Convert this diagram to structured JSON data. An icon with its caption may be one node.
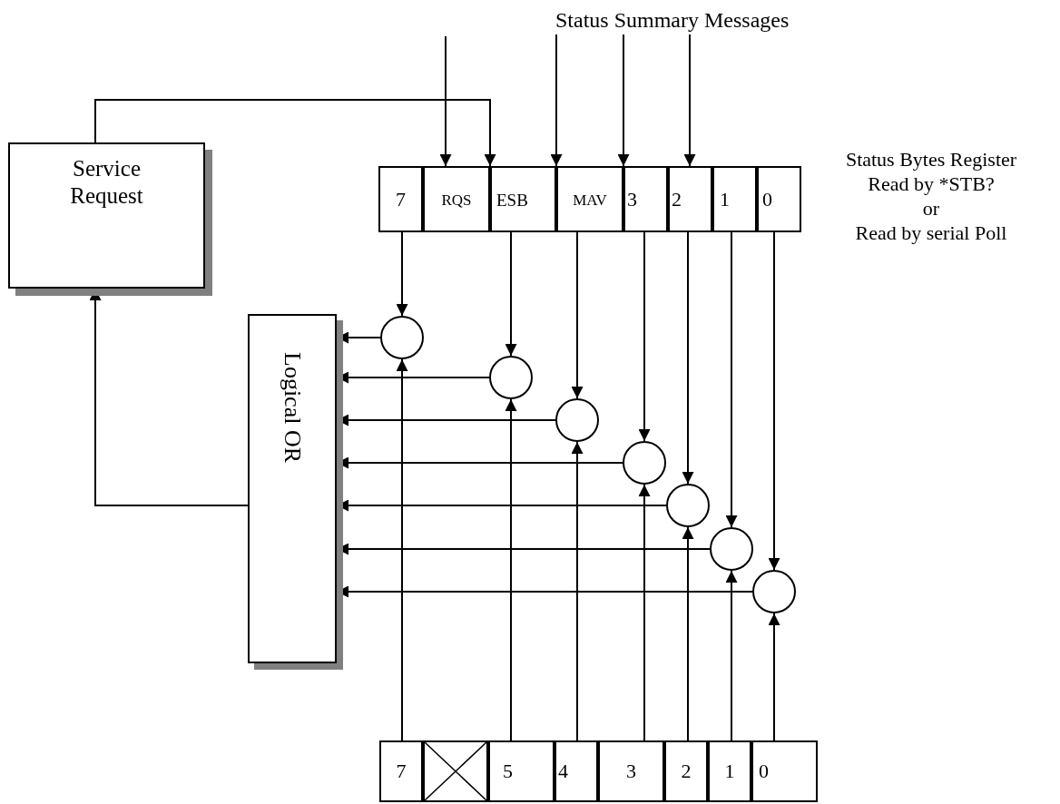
{
  "diagram": {
    "nodes": [
      {
        "text": [
          "Service Request"
        ]
      },
      {
        "text": [],
        "shape": "box",
        "beside": [
          "Status Bytes Register",
          "Read by *STB?",
          "or",
          "Read by serial Poll"
        ]
      },
      {
        "text": [
          "7"
        ],
        "in": 1
      },
      {
        "text": [
          "RQS"
        ],
        "in": 1
      },
      {
        "text": [
          "ESB"
        ],
        "in": 1
      },
      {
        "text": [
          "MAV"
        ],
        "in": 1
      },
      {
        "text": [
          "3"
        ],
        "in": 1
      },
      {
        "text": [
          "2"
        ],
        "in": 1
      },
      {
        "text": [
          "1"
        ],
        "in": 1
      },
      {
        "text": [
          "0"
        ],
        "in": 1
      },
      {
        "text": [
          "Logical OR"
        ]
      },
      {
        "text": [],
        "shape": "circle"
      },
      {
        "text": [],
        "shape": "circle"
      },
      {
        "text": [],
        "shape": "circle"
      },
      {
        "text": [],
        "shape": "circle"
      },
      {
        "text": [],
        "shape": "circle"
      },
      {
        "text": [],
        "shape": "circle"
      },
      {
        "text": [],
        "shape": "circle"
      },
      {
        "text": [],
        "shape": "box"
      },
      {
        "text": [
          "7"
        ],
        "in": 18
      },
      {
        "text": [],
        "shape": "box",
        "in": 18
      },
      {
        "text": [
          "5"
        ],
        "in": 18
      },
      {
        "text": [
          "4"
        ],
        "in": 18
      },
      {
        "text": [
          "3"
        ],
        "in": 18
      },
      {
        "text": [
          "2"
        ],
        "in": 18
      },
      {
        "text": [
          "1"
        ],
        "in": 18
      },
      {
        "text": [
          "0"
        ],
        "in": 18
      },
      {
        "text": [
          "Status Summary Messages"
        ]
      }
    ],
    "edges": [
      {
        "from": null,
        "to": 3,
        "arrow": "to"
      },
      {
        "from": 0,
        "to": 3,
        "arrow": "to"
      },
      {
        "from": 27,
        "to": 4,
        "arrow": "to"
      },
      {
        "from": 27,
        "to": 5,
        "arrow": "to"
      },
      {
        "from": 27,
        "to": 7,
        "arrow": "to"
      },
      {
        "from": 2,
        "to": 11,
        "arrow": "to"
      },
      {
        "from": 4,
        "to": 12,
        "arrow": "to"
      },
      {
        "from": 5,
        "to": 13,
        "arrow": "to"
      },
      {
        "from": 6,
        "to": 14,
        "arrow": "to"
      },
      {
        "from": 7,
        "to": 15,
        "arrow": "to"
      },
      {
        "from": 8,
        "to": 16,
        "arrow": "to"
      },
      {
        "from": 9,
        "to": 17,
        "arrow": "to"
      },
      {
        "from": 19,
        "to": 11,
        "arrow": "to"
      },
      {
        "from": 21,
        "to": 12,
        "arrow": "to"
      },
      {
        "from": 22,
        "to": 13,
        "arrow": "to"
      },
      {
        "from": 23,
        "to": 14,
        "arrow": "to"
      },
      {
        "from": 24,
        "to": 15,
        "arrow": "to"
      },
      {
        "from": 25,
        "to": 16,
        "arrow": "to"
      },
      {
        "from": 26,
        "to": 17,
        "arrow": "to"
      },
      {
        "from": 11,
        "to": 10,
        "arrow": "to"
      },
      {
        "from": 12,
        "to": 10,
        "arrow": "to"
      },
      {
        "from": 13,
        "to": 10,
        "arrow": "to"
      },
      {
        "from": 14,
        "to": 10,
        "arrow": "to"
      },
      {
        "from": 15,
        "to": 10,
        "arrow": "to"
      },
      {
        "from": 16,
        "to": 10,
        "arrow": "to"
      },
      {
        "from": 17,
        "to": 10,
        "arrow": "to"
      },
      {
        "from": 10,
        "to": 0,
        "arrow": "to"
      }
    ]
  }
}
